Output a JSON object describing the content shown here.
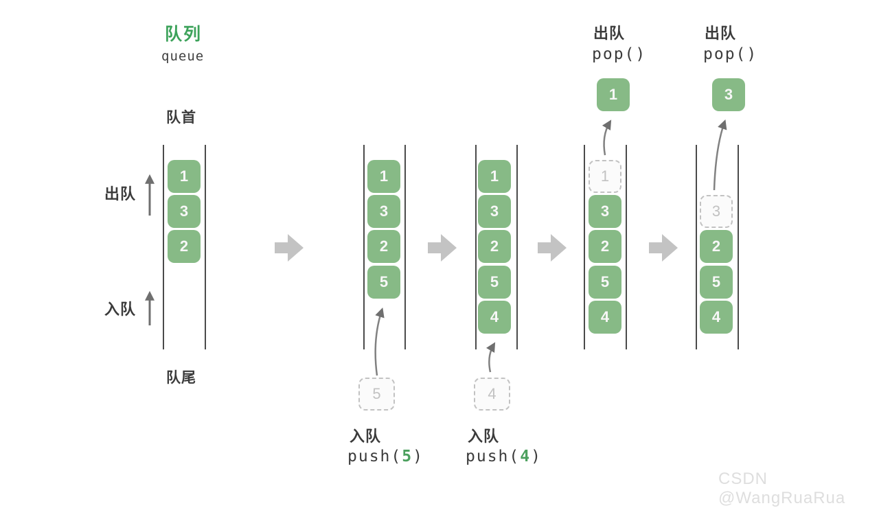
{
  "title": {
    "zh": "队列",
    "en": "queue"
  },
  "labels": {
    "front": "队首",
    "rear": "队尾",
    "dequeue": "出队",
    "enqueue": "入队"
  },
  "columns": [
    {
      "boxes": [
        "1",
        "3",
        "2"
      ]
    },
    {
      "boxes": [
        "1",
        "3",
        "2",
        "5"
      ],
      "staged": "5",
      "op": {
        "label": "入队",
        "fn": "push(",
        "arg": "5",
        "close": ")"
      }
    },
    {
      "boxes": [
        "1",
        "3",
        "2",
        "5",
        "4"
      ],
      "staged": "4",
      "op": {
        "label": "入队",
        "fn": "push(",
        "arg": "4",
        "close": ")"
      }
    },
    {
      "ghost": "1",
      "boxes": [
        "3",
        "2",
        "5",
        "4"
      ],
      "popped": "1",
      "op": {
        "label": "出队",
        "code": "pop()"
      }
    },
    {
      "ghost": "3",
      "boxes": [
        "2",
        "5",
        "4"
      ],
      "popped": "3",
      "op": {
        "label": "出队",
        "code": "pop()"
      }
    }
  ],
  "watermark": "CSDN @WangRuaRua",
  "colors": {
    "box_green": "#87ba86",
    "title_green": "#3ca25a",
    "text_dark": "#3b3b3b",
    "code_green": "#4ca05e",
    "block_arrow": "#c3c3c3",
    "thin_arrow": "#818181",
    "wall": "#4a4a4a",
    "ghost_border": "#c2c2c2",
    "ghost_text": "#c2c2c2",
    "watermark_gray": "#dedede"
  }
}
